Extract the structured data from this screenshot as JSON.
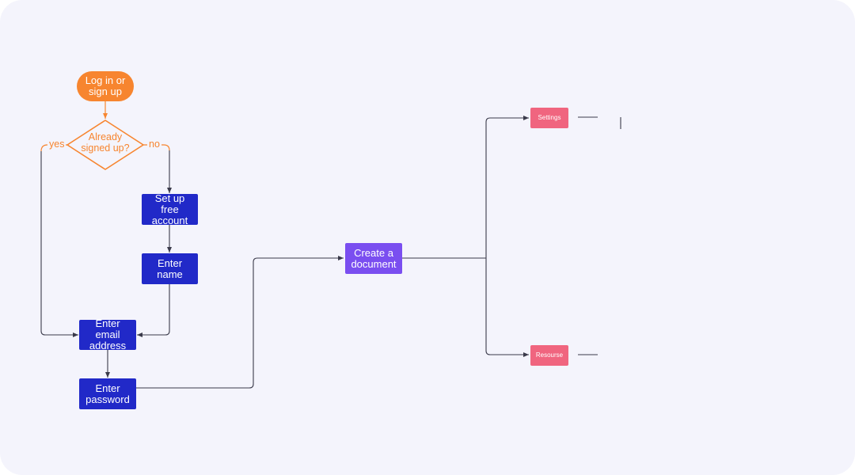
{
  "colors": {
    "background": "#f4f4fc",
    "orange": "#f7852f",
    "navy": "#2129c8",
    "purple": "#7a4ef0",
    "pink": "#f0657f",
    "edge": "#3a3a4a"
  },
  "nodes": {
    "login": "Log in or sign up",
    "decision": "Already signed up?",
    "setup": "Set up free account",
    "name": "Enter name",
    "email": "Enter email address",
    "password": "Enter password",
    "create": "Create a document",
    "settings": "Settings",
    "resource": "Resourse"
  },
  "edge_labels": {
    "yes": "yes",
    "no": "no"
  }
}
